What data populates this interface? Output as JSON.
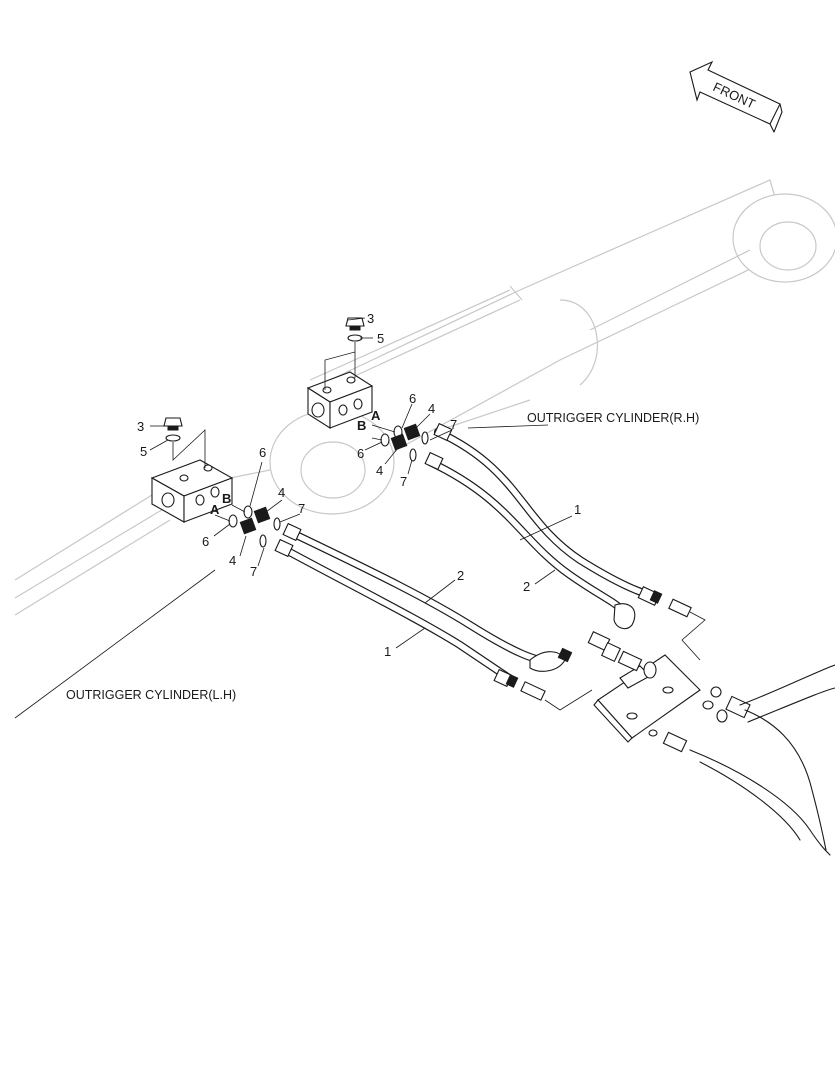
{
  "labels": {
    "front": "FRONT",
    "cylinder_rh": "OUTRIGGER CYLINDER(R.H)",
    "cylinder_lh": "OUTRIGGER CYLINDER(L.H)",
    "port_a": "A",
    "port_b": "B"
  },
  "part_numbers": {
    "p1": "1",
    "p2": "2",
    "p3": "3",
    "p4": "4",
    "p5": "5",
    "p6": "6",
    "p7": "7"
  }
}
